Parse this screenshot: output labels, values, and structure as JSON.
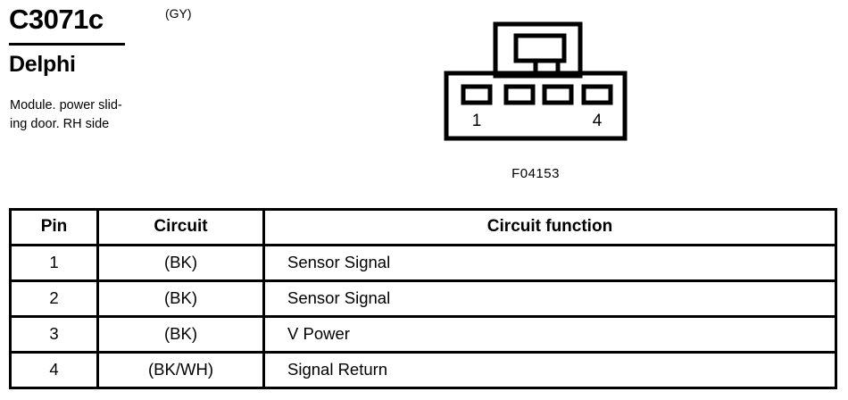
{
  "connector": {
    "id": "C3071c",
    "color_code": "(GY)",
    "brand": "Delphi",
    "description": "Module. power slid-\ning door. RH side",
    "reference_label": "F04153",
    "cavity_count": 4,
    "first_pin_label": "1",
    "last_pin_label": "4"
  },
  "pin_table": {
    "headers": {
      "pin": "Pin",
      "circuit": "Circuit",
      "function": "Circuit function"
    },
    "rows": [
      {
        "pin": "1",
        "circuit": "(BK)",
        "function": "Sensor Signal"
      },
      {
        "pin": "2",
        "circuit": "(BK)",
        "function": "Sensor Signal"
      },
      {
        "pin": "3",
        "circuit": "(BK)",
        "function": "V Power"
      },
      {
        "pin": "4",
        "circuit": "(BK/WH)",
        "function": "Signal Return"
      }
    ]
  },
  "style": {
    "ink": "#000000",
    "paper": "#ffffff"
  }
}
